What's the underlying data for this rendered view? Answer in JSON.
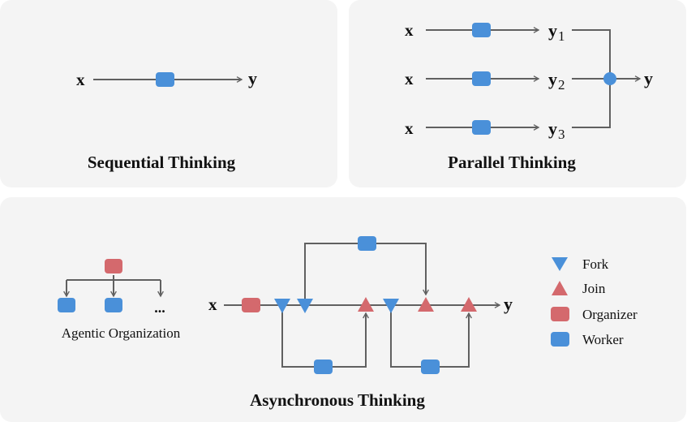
{
  "colors": {
    "worker": "#4a90d9",
    "organizer": "#d4696d",
    "fork": "#4a90d9",
    "join": "#d4696d",
    "edge": "#606060",
    "panel": "#f4f4f4"
  },
  "sequential": {
    "title": "Sequential Thinking",
    "input": "x",
    "output": "y"
  },
  "parallel": {
    "title": "Parallel Thinking",
    "branches": [
      {
        "input": "x",
        "output": "y",
        "sub": "1"
      },
      {
        "input": "x",
        "output": "y",
        "sub": "2"
      },
      {
        "input": "x",
        "output": "y",
        "sub": "3"
      }
    ],
    "output": "y"
  },
  "agentic_org": {
    "label": "Agentic Organization",
    "ellipsis": "..."
  },
  "asynchronous": {
    "title": "Asynchronous Thinking",
    "input": "x",
    "output": "y"
  },
  "legend": [
    {
      "shape": "down-triangle",
      "label": "Fork"
    },
    {
      "shape": "up-triangle",
      "label": "Join"
    },
    {
      "shape": "red-rounded-square",
      "label": "Organizer"
    },
    {
      "shape": "blue-rounded-square",
      "label": "Worker"
    }
  ]
}
